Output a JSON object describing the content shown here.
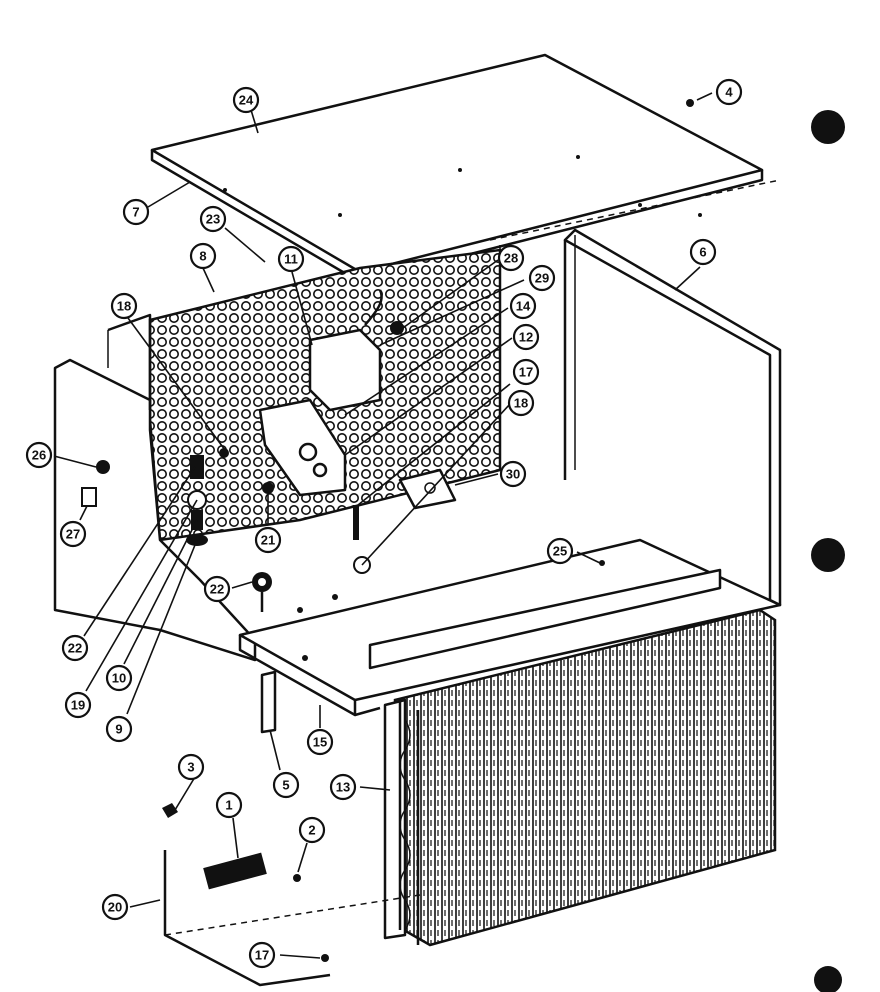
{
  "callouts": {
    "c24": "24",
    "c4": "4",
    "c7": "7",
    "c23": "23",
    "c8": "8",
    "c11": "11",
    "c28": "28",
    "c29": "29",
    "c6": "6",
    "c18a": "18",
    "c14": "14",
    "c12": "12",
    "c17a": "17",
    "c18b": "18",
    "c26": "26",
    "c30": "30",
    "c27": "27",
    "c21": "21",
    "c25": "25",
    "c22a": "22",
    "c22b": "22",
    "c19": "19",
    "c10": "10",
    "c9": "9",
    "c15": "15",
    "c5": "5",
    "c13": "13",
    "c3": "3",
    "c1": "1",
    "c2": "2",
    "c20": "20",
    "c17b": "17"
  }
}
